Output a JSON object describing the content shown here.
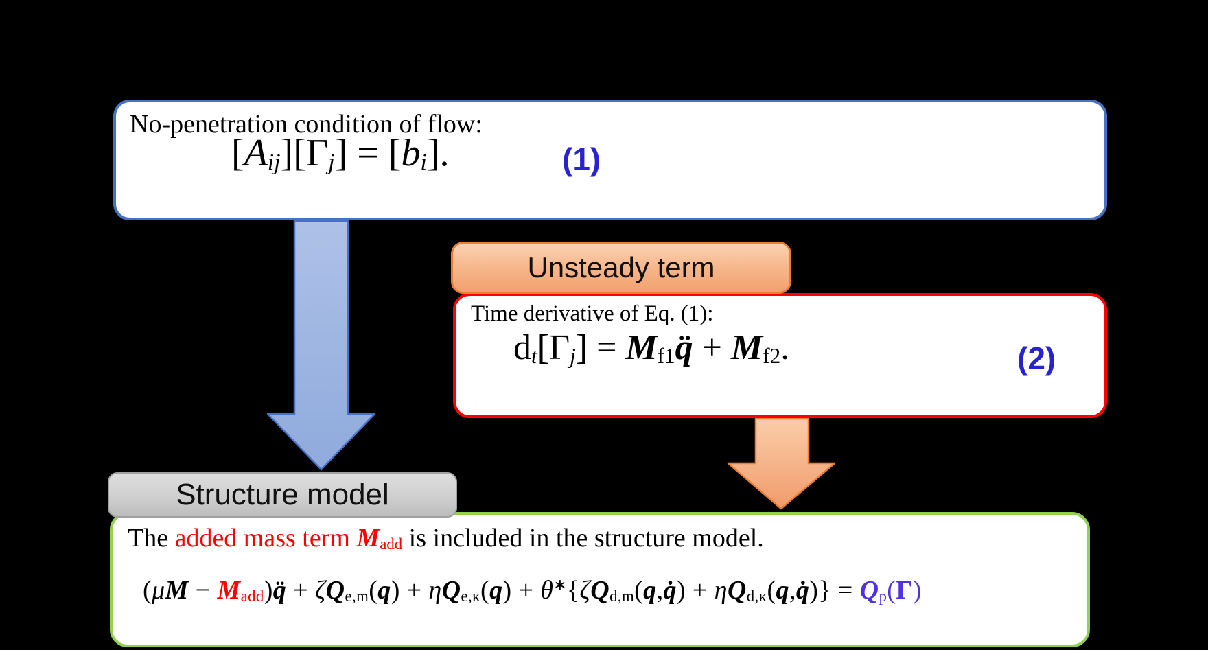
{
  "colors": {
    "flow_box_border": "#4472C4",
    "time_box_border": "#FF0000",
    "structure_box_border": "#92D050",
    "label_orange_border": "#ED7D31",
    "label_gray_border": "#A0A0A0",
    "eq_number_blue": "#2823CE",
    "highlight_red": "#FF0000",
    "pressure_term_violet": "#5031E6",
    "blue_arrow_fill_top": "#AEC1E8",
    "blue_arrow_fill_bottom": "#8FAADC",
    "blue_arrow_stroke": "#4472C4",
    "orange_arrow_fill_top": "#FACDA9",
    "orange_arrow_fill_bottom": "#F09B6B",
    "orange_arrow_stroke": "#ED7D31"
  },
  "flow_box": {
    "title": "No-penetration condition of flow:",
    "equation": [
      {
        "t": "["
      },
      {
        "t": "A",
        "c": "it"
      },
      {
        "t": "ij",
        "c": "sub it"
      },
      {
        "t": "]["
      },
      {
        "t": "Γ"
      },
      {
        "t": "j",
        "c": "sub it"
      },
      {
        "t": "]"
      },
      {
        "t": " = "
      },
      {
        "t": "["
      },
      {
        "t": "b",
        "c": "it"
      },
      {
        "t": "i",
        "c": "sub it"
      },
      {
        "t": "]."
      }
    ],
    "eq_number": "(1)"
  },
  "unsteady_label": "Unsteady term",
  "time_box": {
    "title": "Time derivative of Eq. (1):",
    "equation": [
      {
        "t": "d"
      },
      {
        "t": "t",
        "c": "sub it"
      },
      {
        "t": "["
      },
      {
        "t": "Γ"
      },
      {
        "t": "j",
        "c": "sub it"
      },
      {
        "t": "]"
      },
      {
        "t": " = "
      },
      {
        "t": "M",
        "c": "bi"
      },
      {
        "t": "f1",
        "c": "sub"
      },
      {
        "t": "q̈",
        "c": "bi"
      },
      {
        "t": " + "
      },
      {
        "t": "M",
        "c": "bi"
      },
      {
        "t": "f2",
        "c": "sub"
      },
      {
        "t": "."
      }
    ],
    "eq_number": "(2)"
  },
  "structure_label": "Structure model",
  "structure_box": {
    "sentence": [
      {
        "t": "The "
      },
      {
        "t": "added mass term ",
        "c": "red"
      },
      {
        "t": "M",
        "c": "bi red"
      },
      {
        "t": "add",
        "c": "sub red"
      },
      {
        "t": " is included in the structure model."
      }
    ],
    "equation": [
      {
        "t": "("
      },
      {
        "t": "μ",
        "c": "it"
      },
      {
        "t": "M",
        "c": "bi"
      },
      {
        "t": " − "
      },
      {
        "t": "M",
        "c": "bi red"
      },
      {
        "t": "add",
        "c": "sub red"
      },
      {
        "t": ")"
      },
      {
        "t": "q̈",
        "c": "bi"
      },
      {
        "t": " + "
      },
      {
        "t": "ζ",
        "c": "it"
      },
      {
        "t": "Q",
        "c": "bi"
      },
      {
        "t": "e,m",
        "c": "sub"
      },
      {
        "t": "("
      },
      {
        "t": "q",
        "c": "bi"
      },
      {
        "t": ")"
      },
      {
        "t": " + "
      },
      {
        "t": "η",
        "c": "it"
      },
      {
        "t": "Q",
        "c": "bi"
      },
      {
        "t": "e,κ",
        "c": "sub"
      },
      {
        "t": "("
      },
      {
        "t": "q",
        "c": "bi"
      },
      {
        "t": ")"
      },
      {
        "t": " + "
      },
      {
        "t": "θ",
        "c": "it"
      },
      {
        "t": "∗",
        "c": "sup"
      },
      {
        "t": "{"
      },
      {
        "t": "ζ",
        "c": "it"
      },
      {
        "t": "Q",
        "c": "bi"
      },
      {
        "t": "d,m",
        "c": "sub"
      },
      {
        "t": "("
      },
      {
        "t": "q",
        "c": "bi"
      },
      {
        "t": ","
      },
      {
        "t": "q̇",
        "c": "bi"
      },
      {
        "t": ")"
      },
      {
        "t": " + "
      },
      {
        "t": "η",
        "c": "it"
      },
      {
        "t": "Q",
        "c": "bi"
      },
      {
        "t": "d,κ",
        "c": "sub"
      },
      {
        "t": "("
      },
      {
        "t": "q",
        "c": "bi"
      },
      {
        "t": ","
      },
      {
        "t": "q̇",
        "c": "bi"
      },
      {
        "t": ")}"
      },
      {
        "t": " = "
      },
      {
        "t": "Q",
        "c": "bi violet"
      },
      {
        "t": "p",
        "c": "sub violet"
      },
      {
        "t": "(",
        "c": "violet"
      },
      {
        "t": "Γ",
        "c": "b violet"
      },
      {
        "t": ")",
        "c": "violet"
      }
    ]
  }
}
